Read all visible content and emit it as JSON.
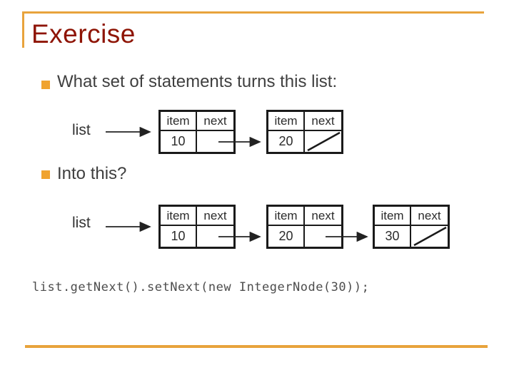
{
  "slide": {
    "title": "Exercise",
    "bullets": [
      "What set of statements turns this list:",
      "Into this?"
    ],
    "code": "list.getNext().setNext(new IntegerNode(30));"
  },
  "node_header": {
    "item": "item",
    "next": "next"
  },
  "diagram_before": {
    "pointer_label": "list",
    "nodes": [
      {
        "value": "10",
        "next_is_null": false
      },
      {
        "value": "20",
        "next_is_null": true
      }
    ]
  },
  "diagram_after": {
    "pointer_label": "list",
    "nodes": [
      {
        "value": "10",
        "next_is_null": false
      },
      {
        "value": "20",
        "next_is_null": false
      },
      {
        "value": "30",
        "next_is_null": true
      }
    ]
  },
  "colors": {
    "accent_orange": "#e8a33c",
    "bullet_orange": "#f0a32f",
    "title_red": "#8e1404",
    "body_text": "#3f3f3f",
    "node_border": "#1a1a1a"
  }
}
